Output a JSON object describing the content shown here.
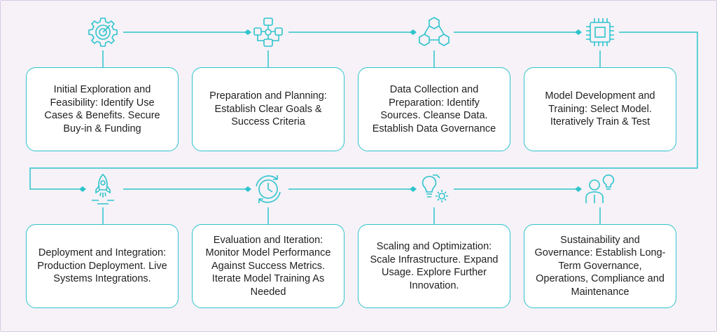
{
  "accent_color": "#2ec4cc",
  "steps": [
    {
      "icon": "gear-target-icon",
      "text": "Initial Exploration and Feasibility: Identify Use Cases & Benefits. Secure Buy-in & Funding"
    },
    {
      "icon": "planning-network-icon",
      "text": "Preparation and Planning: Establish Clear Goals & Success Criteria"
    },
    {
      "icon": "data-cubes-icon",
      "text": "Data Collection and Preparation: Identify Sources. Cleanse Data. Establish Data Governance"
    },
    {
      "icon": "chip-icon",
      "text": "Model Development and Training: Select Model. Iteratively Train & Test"
    },
    {
      "icon": "rocket-icon",
      "text": "Deployment and Integration: Production Deployment. Live Systems Integrations."
    },
    {
      "icon": "clock-cycle-icon",
      "text": "Evaluation and Iteration: Monitor Model Performance Against Success Metrics. Iterate Model Training As Needed"
    },
    {
      "icon": "bulb-gear-icon",
      "text": "Scaling and Optimization: Scale Infrastructure. Expand Usage. Explore Further Innovation."
    },
    {
      "icon": "person-bulb-icon",
      "text": "Sustainability and Governance: Establish Long-Term Governance, Operations, Compliance and  Maintenance"
    }
  ]
}
